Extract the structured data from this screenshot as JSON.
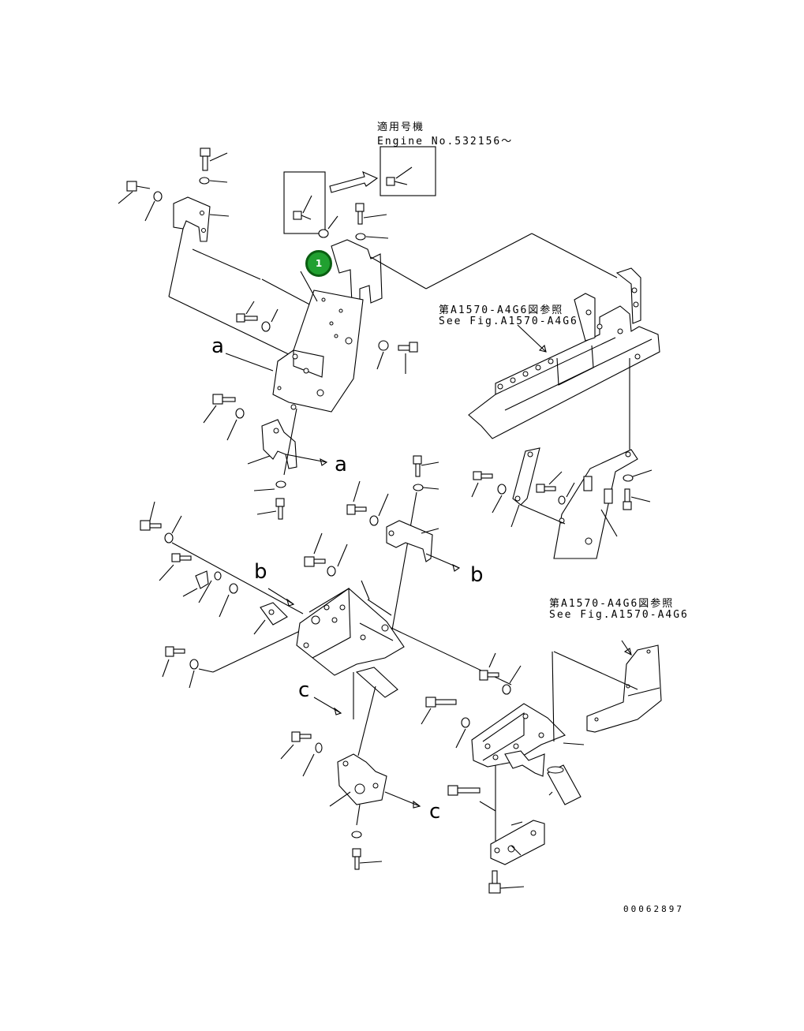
{
  "notes": {
    "applicable_jp": "適用号機",
    "engine_no": "Engine No.532156～",
    "ref1_jp": "第A1570-A4G6図参照",
    "ref1_en": "See Fig.A1570-A4G6",
    "ref2_jp": "第A1570-A4G6図参照",
    "ref2_en": "See Fig.A1570-A4G6"
  },
  "view_labels": {
    "a1": "a",
    "a2": "a",
    "b1": "b",
    "b2": "b",
    "c1": "c",
    "c2": "c"
  },
  "callout": {
    "item": "1",
    "color": "#21a030"
  },
  "drawing_code": "00062897"
}
